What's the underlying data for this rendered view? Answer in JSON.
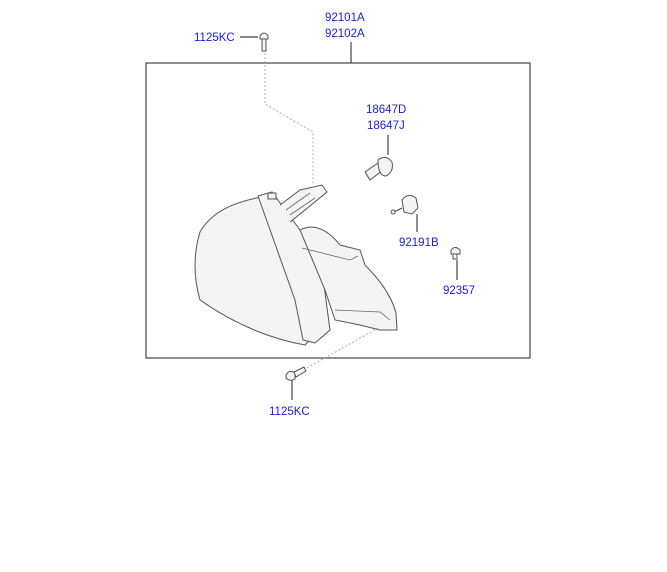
{
  "diagram": {
    "labels": {
      "assembly_lh": "92101A",
      "assembly_rh": "92102A",
      "bolt_top": "1125KC",
      "bulb_a": "18647D",
      "bulb_b": "18647J",
      "actuator": "92191B",
      "screw": "92357",
      "bolt_bottom": "1125KC"
    },
    "colors": {
      "label": "#1a1ae6",
      "line": "#444444"
    }
  }
}
